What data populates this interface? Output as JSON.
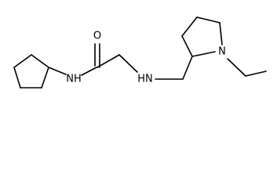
{
  "structure": {
    "atoms": {
      "oxygen": "O",
      "amide_nh": "NH",
      "amine_hn": "HN",
      "ring_n": "N"
    }
  },
  "colors": {
    "bond": "#000000",
    "label": "#000000",
    "background": "#ffffff"
  }
}
